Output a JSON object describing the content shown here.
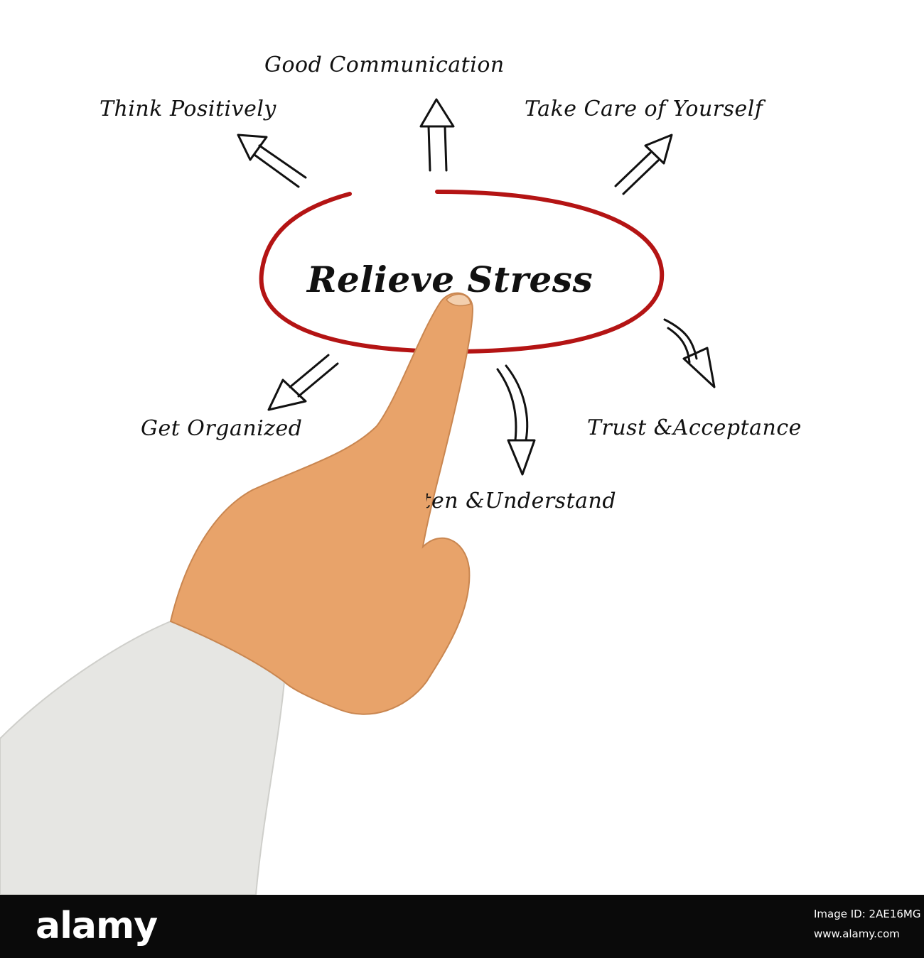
{
  "diagram": {
    "center": "Relieve Stress",
    "items": [
      "Good Communication",
      "Think Positively",
      "Take Care of Yourself",
      "Get Organized",
      "Trust &Acceptance",
      "Listen &Understand"
    ]
  },
  "colors": {
    "ellipse": "#b41414",
    "ink": "#111111",
    "skin": "#e8a36a",
    "sleeve": "#e6e6e3"
  },
  "footer": {
    "brand": "alamy",
    "image_id": "Image ID: 2AE16MG",
    "url": "www.alamy.com"
  }
}
